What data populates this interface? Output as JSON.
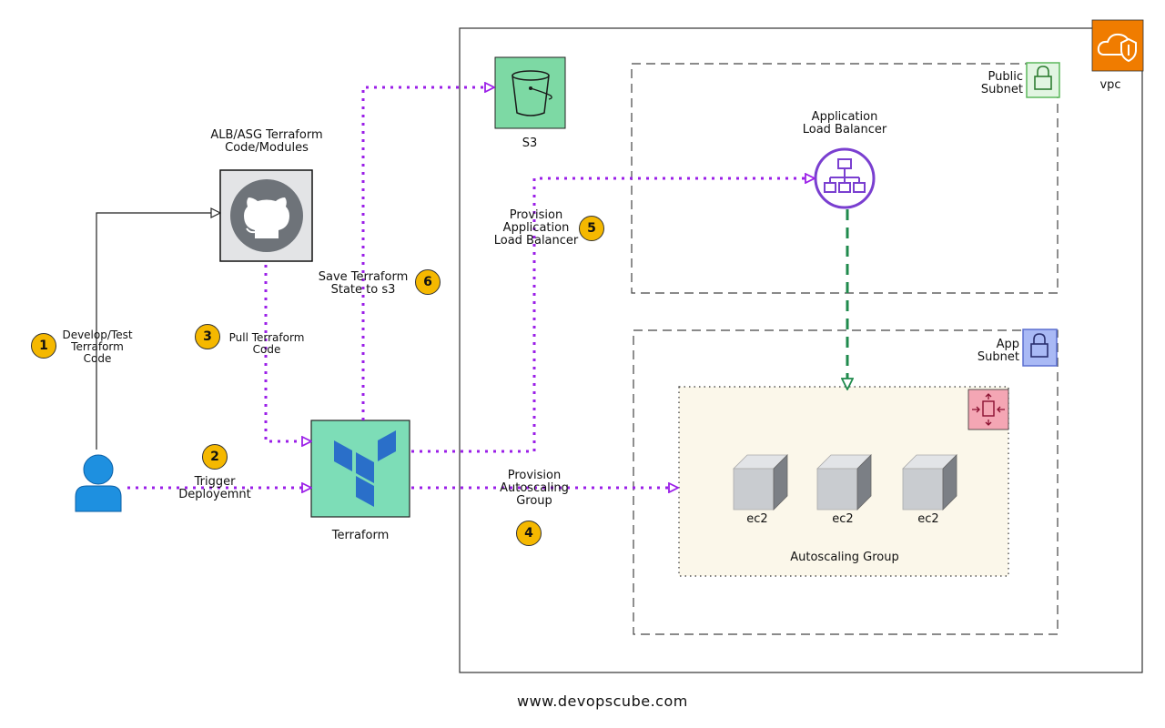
{
  "vpc": {
    "label": "vpc"
  },
  "public_subnet": {
    "label": "Public\nSubnet"
  },
  "app_subnet": {
    "label": "App\nSubnet"
  },
  "s3": {
    "label": "S3"
  },
  "alb": {
    "label": "Application\nLoad Balancer"
  },
  "github": {
    "label": "ALB/ASG Terraform\nCode/Modules"
  },
  "terraform": {
    "label": "Terraform"
  },
  "asg": {
    "label": "Autoscaling Group"
  },
  "ec2": [
    {
      "label": "ec2"
    },
    {
      "label": "ec2"
    },
    {
      "label": "ec2"
    }
  ],
  "steps": [
    {
      "number": "1",
      "label": "Develop/Test\nTerraform\nCode"
    },
    {
      "number": "2",
      "label": "Trigger\nDeployemnt"
    },
    {
      "number": "3",
      "label": "Pull Terraform\nCode"
    },
    {
      "number": "4",
      "label": "Provision\nAutoscaling\nGroup"
    },
    {
      "number": "5",
      "label": "Provision\nApplication\nLoad Balancer"
    },
    {
      "number": "6",
      "label": "Save Terraform\nState to s3"
    }
  ],
  "footer": {
    "text": "www.devopscube.com"
  },
  "colors": {
    "flow_arrow": "#9b1fe8",
    "alb_to_asg_arrow": "#1f8a4c",
    "badge": "#f5b800",
    "vpc_icon": "#f07c00",
    "public_subnet": "#5cb85c",
    "app_subnet": "#8fa7f0",
    "terraform_box": "#7dddb7",
    "s3_box": "#7dd9a4",
    "asg_fill": "#fbf7ea"
  },
  "icons": [
    "person-icon",
    "github-icon",
    "terraform-icon",
    "s3-bucket-icon",
    "load-balancer-icon",
    "lock-icon",
    "vpc-cloud-icon",
    "autoscaling-icon",
    "ec2-cube-icon"
  ]
}
